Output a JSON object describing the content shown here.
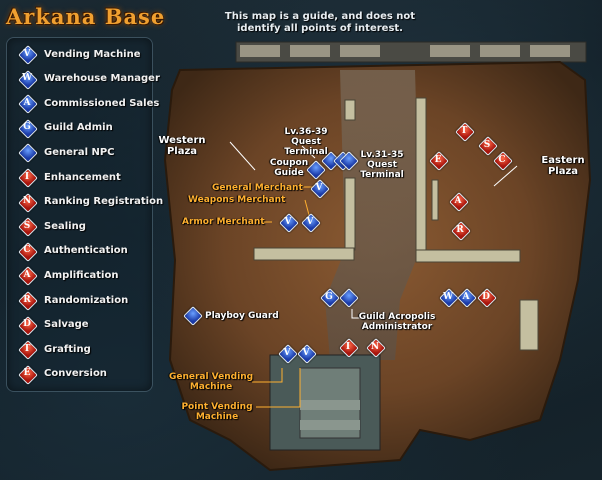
{
  "header": {
    "title": "Arkana Base",
    "disclaimer": "This map is a guide, and does not identify all points of interest."
  },
  "legend": [
    {
      "letter": "V",
      "color": "blue",
      "label": "Vending Machine"
    },
    {
      "letter": "W",
      "color": "blue",
      "label": "Warehouse Manager"
    },
    {
      "letter": "A",
      "color": "blue",
      "label": "Commissioned Sales"
    },
    {
      "letter": "G",
      "color": "blue",
      "label": "Guild Admin"
    },
    {
      "letter": "",
      "color": "blue",
      "label": "General NPC"
    },
    {
      "letter": "I",
      "color": "red",
      "label": "Enhancement"
    },
    {
      "letter": "N",
      "color": "red",
      "label": "Ranking Registration"
    },
    {
      "letter": "S",
      "color": "red",
      "label": "Sealing"
    },
    {
      "letter": "C",
      "color": "red",
      "label": "Authentication"
    },
    {
      "letter": "A",
      "color": "red",
      "label": "Amplification"
    },
    {
      "letter": "R",
      "color": "red",
      "label": "Randomization"
    },
    {
      "letter": "D",
      "color": "red",
      "label": "Salvage"
    },
    {
      "letter": "T",
      "color": "red",
      "label": "Grafting"
    },
    {
      "letter": "E",
      "color": "red",
      "label": "Conversion"
    }
  ],
  "areas": {
    "western_plaza": "Western\nPlaza",
    "eastern_plaza": "Eastern\nPlaza"
  },
  "npc_labels": {
    "quest_terminal_36": "Lv.36-39\nQuest Terminal",
    "quest_terminal_31": "Lv.31-35\nQuest Terminal",
    "coupon_guide": "Coupon\nGuide",
    "general_merchant": "General Merchant",
    "weapons_merchant": "Weapons Merchant",
    "armor_merchant": "Armor Merchant",
    "guild_acropolis": "Guild Acropolis\nAdministrator",
    "playboy_guard": "Playboy Guard",
    "general_vending": "General Vending\nMachine",
    "point_vending": "Point Vending\nMachine"
  },
  "markers": [
    {
      "letter": "V",
      "color": "blue"
    },
    {
      "letter": "V",
      "color": "blue"
    },
    {
      "letter": "V",
      "color": "blue"
    },
    {
      "letter": "",
      "color": "blue"
    },
    {
      "letter": "",
      "color": "blue"
    },
    {
      "letter": "",
      "color": "blue"
    },
    {
      "letter": "",
      "color": "blue"
    },
    {
      "letter": "G",
      "color": "blue"
    },
    {
      "letter": "",
      "color": "blue"
    },
    {
      "letter": "W",
      "color": "blue"
    },
    {
      "letter": "A",
      "color": "blue"
    },
    {
      "letter": "D",
      "color": "red"
    },
    {
      "letter": "",
      "color": "blue"
    },
    {
      "letter": "V",
      "color": "blue"
    },
    {
      "letter": "V",
      "color": "blue"
    },
    {
      "letter": "I",
      "color": "red"
    },
    {
      "letter": "N",
      "color": "red"
    },
    {
      "letter": "T",
      "color": "red"
    },
    {
      "letter": "S",
      "color": "red"
    },
    {
      "letter": "C",
      "color": "red"
    },
    {
      "letter": "E",
      "color": "red"
    },
    {
      "letter": "A",
      "color": "red"
    },
    {
      "letter": "R",
      "color": "red"
    }
  ]
}
